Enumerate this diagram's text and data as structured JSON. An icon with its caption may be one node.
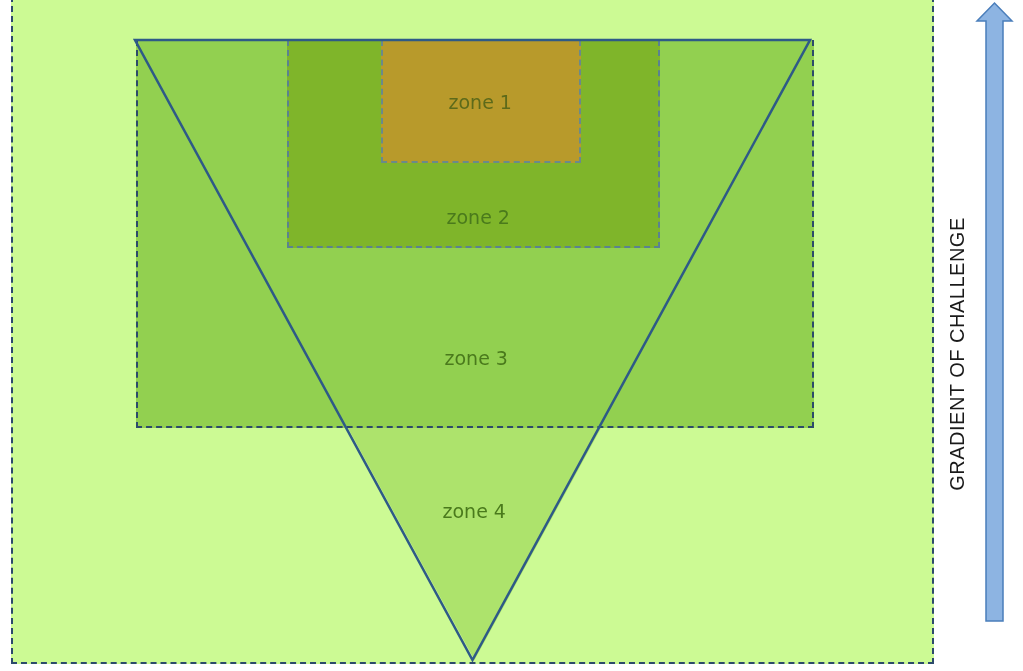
{
  "diagram": {
    "nodes": [
      {
        "text": [],
        "shape": "box"
      },
      {
        "text": [
          "zone 3"
        ],
        "in": 0
      },
      {
        "text": [
          "zone 2"
        ],
        "in": 1
      },
      {
        "text": [
          "zone 1"
        ],
        "in": 2
      },
      {
        "text": [
          "zone 4"
        ],
        "in": 0
      }
    ],
    "labels": [
      "GRADIENT OF CHALLENGE"
    ]
  }
}
